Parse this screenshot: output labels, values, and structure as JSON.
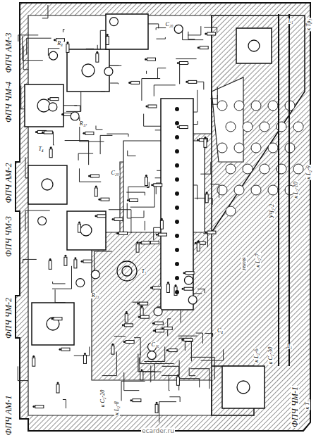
{
  "diagram": {
    "labels": [
      "ФПЧ АМ-3",
      "ФПЧ ЧМ-4",
      "ФПЧ АМ-2",
      "ФПЧ ЧМ-3",
      "ФПЧ ЧМ-2",
      "ФПЧ АМ-1",
      "ФПЧ ЧМ-1",
      "к С₂-20",
      "к L₂-8",
      "к Т₁",
      "к С₂-30",
      "к L₂-6",
      "земля",
      "к L₂-7",
      "УЧ₂-2",
      "к L₂-10",
      "к L₂-9",
      "к Тр₁",
      "C₂₀",
      "R₈",
      "T₄",
      "C₂₉",
      "R₁₇",
      "T₃",
      "Д₁",
      "C₁₆",
      "R₂₃",
      "L₁",
      "C₄",
      "ecarder.ru"
    ]
  }
}
